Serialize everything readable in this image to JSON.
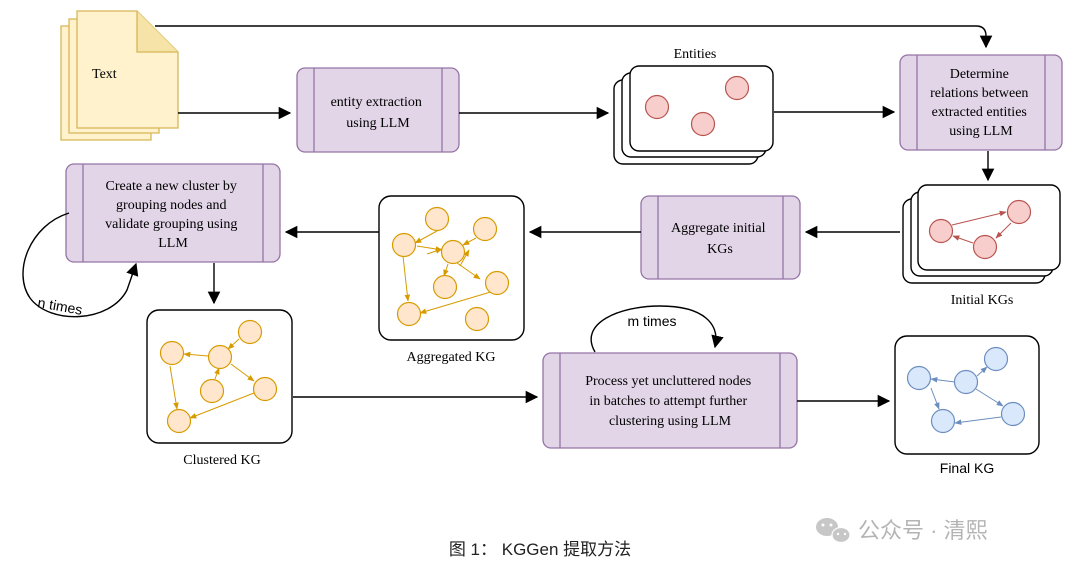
{
  "doc": {
    "label": "Text"
  },
  "process": {
    "entity_extraction": [
      "entity extraction",
      "using LLM"
    ],
    "determine_relations": [
      "Determine",
      "relations between",
      "extracted entities",
      "using LLM"
    ],
    "aggregate": [
      "Aggregate initial",
      "KGs"
    ],
    "create_cluster": [
      "Create a new cluster by",
      "grouping nodes and",
      "validate grouping using",
      "LLM"
    ],
    "process_batches": [
      "Process yet uncluttered nodes",
      "in batches to attempt further",
      "clustering using LLM"
    ]
  },
  "labels": {
    "entities": "Entities",
    "initial_kgs": "Initial KGs",
    "aggregated_kg": "Aggregated KG",
    "clustered_kg": "Clustered KG",
    "final_kg": "Final KG",
    "n_times": "n times",
    "m_times": "m times"
  },
  "caption": "图 1：  KGGen 提取方法",
  "watermark": "公众号 · 清熙",
  "colors": {
    "process_fill": "#e1d5e7",
    "process_stroke": "#9673a6",
    "doc_fill": "#fff2cc",
    "doc_stroke": "#d6b656",
    "red_fill": "#f8cecc",
    "red_stroke": "#b85450",
    "yellow_fill": "#ffe6cc",
    "yellow_stroke": "#d79b00",
    "blue_fill": "#dae8fc",
    "blue_stroke": "#6c8ebf"
  }
}
